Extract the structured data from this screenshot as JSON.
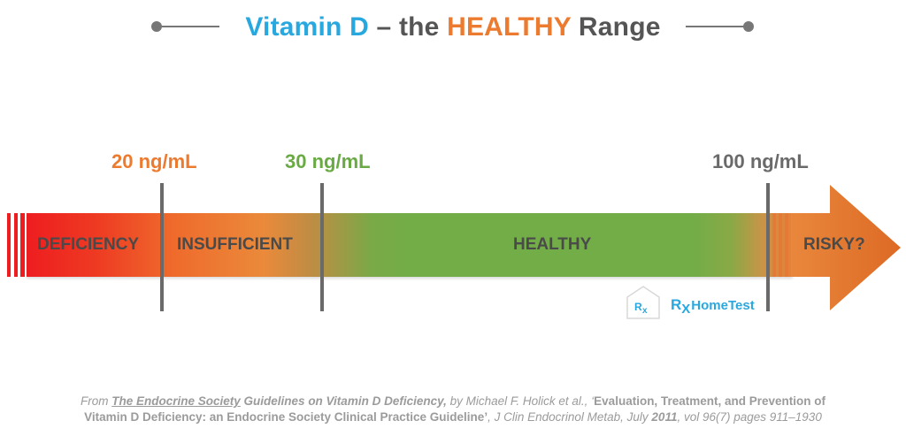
{
  "title": {
    "part1": "Vitamin D",
    "part2": " – the ",
    "part3": "HEALTHY",
    "part4": " Range"
  },
  "markers": [
    {
      "label": "20 ng/mL",
      "color": "#ec7a2f"
    },
    {
      "label": "30 ng/mL",
      "color": "#6aaa44"
    },
    {
      "label": "100 ng/mL",
      "color": "#6a6a6a"
    }
  ],
  "zones": [
    "DEFICIENCY",
    "INSUFFICIENT",
    "HEALTHY",
    "RISKY?"
  ],
  "brand": {
    "badge_r": "R",
    "badge_x": "x",
    "r": "R",
    "x": "X",
    "name": "HomeTest"
  },
  "footer": {
    "from": "From ",
    "society": "The Endocrine Society",
    "guidelines": " Guidelines on Vitamin D Deficiency,",
    "by": " by Michael F. Holick et al., ‘",
    "paper1": "Evaluation, Treatment, and Prevention of",
    "paper2": "Vitamin D Deficiency: an Endocrine Society Clinical Practice Guideline’",
    "journal": ", J Clin Endocrinol Metab, July ",
    "year": "2011",
    "pages": ", vol 96(7) pages 911–1930"
  },
  "colors": {
    "blue": "#29a8df",
    "orange": "#ec7a2f",
    "red": "#ee1d20",
    "green": "#72ad48",
    "gray": "#6a6a6a"
  }
}
